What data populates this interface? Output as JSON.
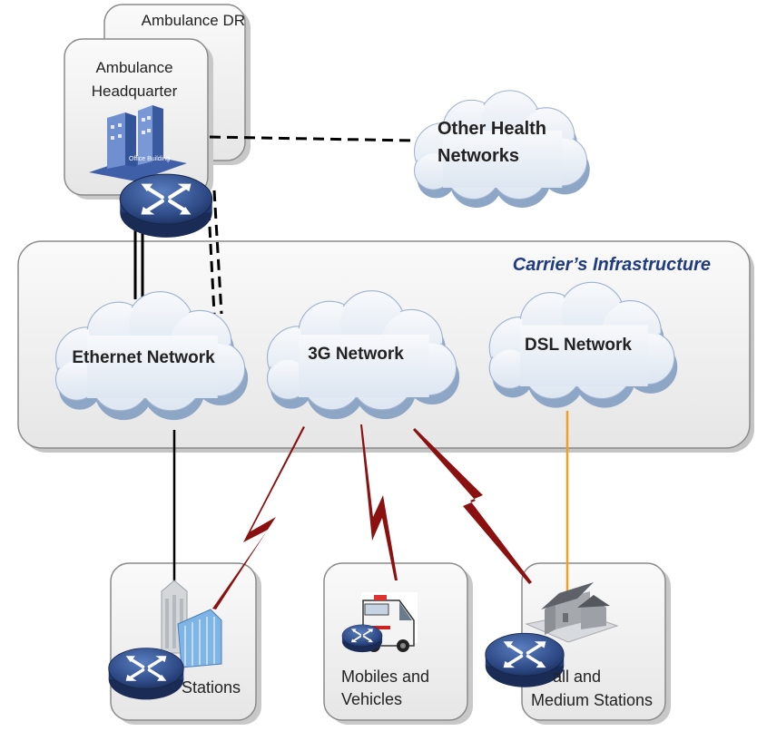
{
  "title": "",
  "colors": {
    "box_fill": "#f1f1f1",
    "box_stroke": "#8a8a8a",
    "cloud_fill": "#e8eef6",
    "cloud_shadow": "#8ea6c5",
    "cloud_stroke": "#7a96bb",
    "router_fill": "#2e4a86",
    "wireless_link": "#8b1010",
    "dsl_link": "#f0a020",
    "wired_link": "#000000",
    "title_text": "#1f3b82"
  },
  "infrastructure": {
    "label": "Carrier’s Infrastructure"
  },
  "sites": {
    "dr": {
      "label": "Ambulance DR"
    },
    "hq": {
      "label_line1": "Ambulance",
      "label_line2": "Headquarter",
      "building_caption": "Office Building"
    },
    "stations": {
      "label": "Stations"
    },
    "mobiles": {
      "label_line1": "Mobiles and",
      "label_line2": "Vehicles"
    },
    "small_medium": {
      "label_line1": "all and",
      "label_line2": "Medium Stations"
    }
  },
  "networks": {
    "other_health": {
      "label_line1": "Other Health",
      "label_line2": "Networks"
    },
    "ethernet": {
      "label": "Ethernet Network"
    },
    "threeg": {
      "label": "3G Network"
    },
    "dsl": {
      "label": "DSL Network"
    }
  },
  "icons": {
    "router": "router-icon",
    "office_building": "office-building-icon",
    "ambulance": "ambulance-icon",
    "house": "house-icon",
    "tower_building": "tower-building-icon",
    "wireless": "lightning-link-icon"
  }
}
